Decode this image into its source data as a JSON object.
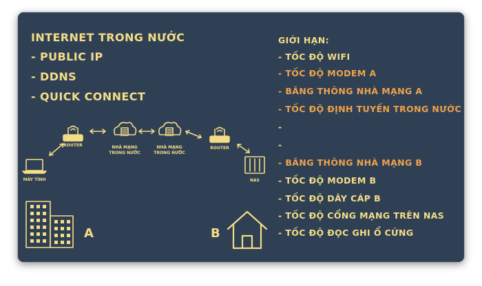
{
  "left_list": {
    "title": "INTERNET TRONG NƯỚC",
    "items": [
      "- PUBLIC IP",
      "- DDNS",
      "- QUICK CONNECT"
    ]
  },
  "right_list": {
    "title": "GIỚI HẠN:",
    "items": [
      {
        "text": "- TỐC ĐỘ WIFI",
        "color": "#f5dd86"
      },
      {
        "text": "- TỐC ĐỘ MODEM A",
        "color": "#f0a24a"
      },
      {
        "text": "- BĂNG THÔNG NHÀ MẠNG A",
        "color": "#f0a24a"
      },
      {
        "text": "- TỐC ĐỘ ĐỊNH TUYẾN TRONG NƯỚC",
        "color": "#f0a24a"
      },
      {
        "text": "-",
        "color": "#f5dd86"
      },
      {
        "text": "-",
        "color": "#f5dd86"
      },
      {
        "text": "- BĂNG THÔNG NHÀ MẠNG B",
        "color": "#f0a24a"
      },
      {
        "text": "- TỐC ĐỘ MODEM B",
        "color": "#f5dd86"
      },
      {
        "text": "- TỐC ĐỘ DÂY CÁP B",
        "color": "#f5dd86"
      },
      {
        "text": "- TỐC ĐỘ CỔNG MẠNG TRÊN NAS",
        "color": "#f5dd86"
      },
      {
        "text": "- TỐC ĐỘ ĐỌC GHI Ổ CỨNG",
        "color": "#f5dd86"
      }
    ]
  },
  "diagram": {
    "laptop_label": "MÁY TÍNH",
    "router_a_label": "ROUTER",
    "cloud_a_label_1": "NHÀ MẠNG",
    "cloud_a_label_2": "TRONG NƯỚC",
    "cloud_b_label_1": "NHÀ MẠNG",
    "cloud_b_label_2": "TRONG NƯỚC",
    "router_b_label": "ROUTER",
    "nas_label": "NAS",
    "site_a_label": "A",
    "site_b_label": "B"
  },
  "colors": {
    "background": "#2f4055",
    "text_yellow": "#f5dd86",
    "text_orange": "#f0a24a"
  }
}
